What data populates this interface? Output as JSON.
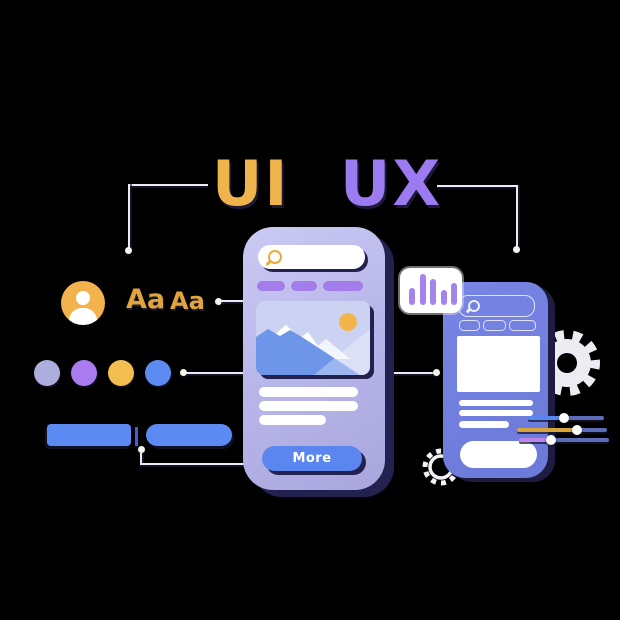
{
  "titles": {
    "ui": "UI",
    "ux": "UX"
  },
  "typography": {
    "sample_large": "Aa",
    "sample_small": "Aa"
  },
  "main_phone": {
    "more_button": "More"
  },
  "palette": [
    "#AEAEDE",
    "#A97CF0",
    "#F2BE50",
    "#5C8CF2"
  ],
  "chart_icon": {
    "bars": [
      17,
      31,
      26,
      15,
      22
    ],
    "bar_color": "#A583EC"
  },
  "sliders": [
    {
      "color": "#5B86F0",
      "width": 76,
      "fill": 36
    },
    {
      "color": "#D9A43C",
      "width": 90,
      "fill": 60
    },
    {
      "color": "#BD85EA",
      "width": 90,
      "fill": 32
    }
  ],
  "colors": {
    "background": "#000000",
    "ui_title": "#F0B44C",
    "ux_title": "#9C7BF0",
    "main_phone_body": "#BCBAEA",
    "secondary_phone_body": "#6F7EDB",
    "accent_blue": "#5B86F0",
    "accent_purple": "#A47DEC",
    "accent_orange": "#F2B54A",
    "shadow_navy": "#232150",
    "connector_line": "#ECECF2"
  }
}
